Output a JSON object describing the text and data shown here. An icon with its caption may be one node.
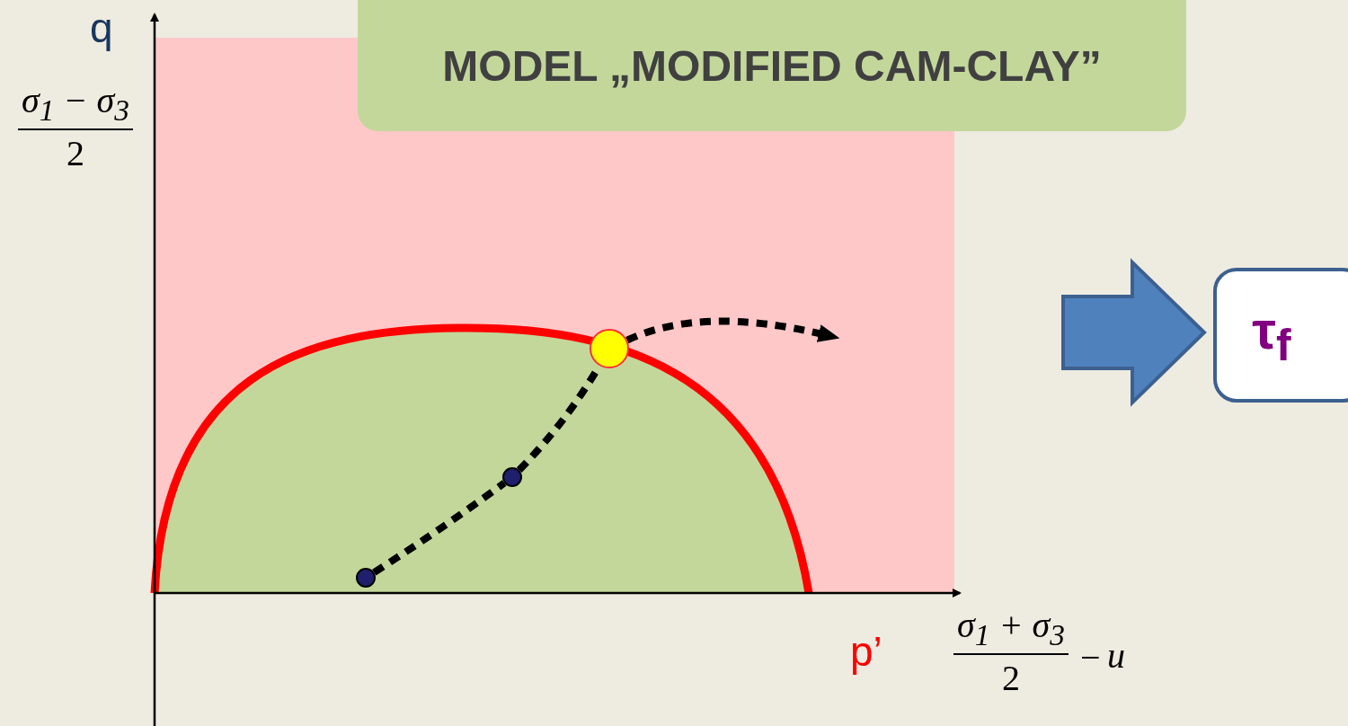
{
  "diagram": {
    "title": "MODEL „MODIFIED CAM-CLAY”",
    "nodes": [
      {
        "text": [],
        "shape": "circle"
      },
      {
        "text": [],
        "shape": "circle"
      },
      {
        "text": [],
        "shape": "circle"
      },
      {
        "text": [
          "τ$_{f}$"
        ]
      }
    ],
    "edges": [
      {
        "from": 0,
        "to": 1,
        "arrow": "none",
        "style": "dashed"
      },
      {
        "from": 1,
        "to": 2,
        "arrow": "none",
        "style": "dashed"
      },
      {
        "from": 2,
        "to": null,
        "arrow": "to",
        "style": "dashed"
      },
      {
        "from": null,
        "to": 3,
        "arrow": "to",
        "style": "thick",
        "color": "#4f81bd"
      }
    ],
    "labels": [
      "q",
      "σ$_{1}$ − σ$_{3}$",
      "2",
      "p’",
      "σ$_{1}$ + σ$_{3}$",
      "2",
      "−",
      "u"
    ]
  }
}
